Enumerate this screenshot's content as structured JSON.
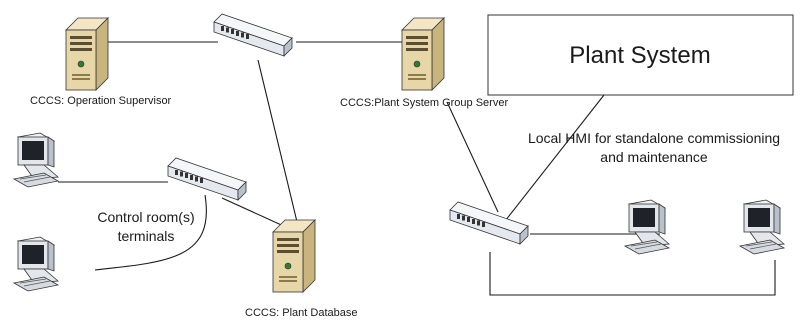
{
  "labels": {
    "operation_supervisor": "CCCS: Operation Supervisor",
    "plant_system_group_server": "CCCS:Plant System Group Server",
    "plant_database": "CCCS: Plant Database",
    "plant_system": "Plant System",
    "local_hmi_line1": "Local HMI for standalone commissioning",
    "local_hmi_line2": "and maintenance",
    "control_room_line1": "Control room(s)",
    "control_room_line2": "terminals"
  },
  "colors": {
    "server_body": "#e7d6a8",
    "server_side": "#c9b47d",
    "switch_body": "#e4e9ef",
    "switch_top": "#f4f6f9",
    "monitor": "#e3e7ec",
    "screen": "#1f2329",
    "line": "#1a1a1a"
  },
  "icons": [
    "server-icon",
    "network-switch-icon",
    "workstation-icon"
  ]
}
